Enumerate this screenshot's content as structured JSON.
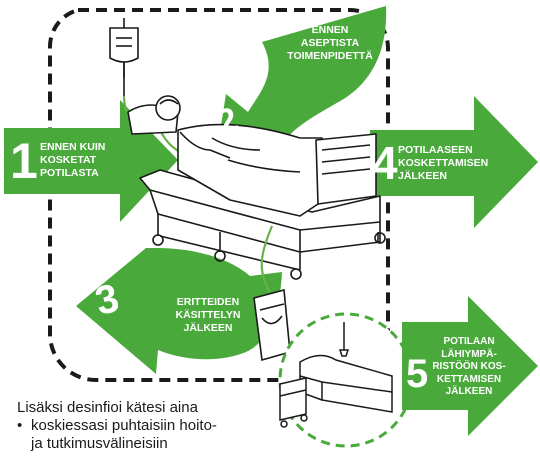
{
  "colors": {
    "arrow_green": "#49a93b",
    "frame_black": "#1a1a1a",
    "circle_green": "#49a93b",
    "text_dark": "#1a1a1a",
    "tube_green": "#6ab04c"
  },
  "moments": [
    {
      "number": "1",
      "label": "ENNEN KUIN\nKOSKETAT\nPOTILASTA"
    },
    {
      "number": "2",
      "label": "ENNEN\nASEPTISTA\nTOIMENPIDETTÄ"
    },
    {
      "number": "3",
      "label": "ERITTEIDEN\nKÄSITTELYN\nJÄLKEEN"
    },
    {
      "number": "4",
      "label": "POTILAASEEN\nKOSKETTAMISEN\nJÄLKEEN"
    },
    {
      "number": "5",
      "label": "POTILAAN\nLÄHIYMPÄ-\nRISTÖÖN KOS-\nKETTAMISEN\nJÄLKEEN"
    }
  ],
  "note": {
    "intro": "Lisäksi desinfioi kätesi aina",
    "bullet_symbol": "•",
    "bullet_line1": "koskiessasi puhtaisiin hoito-",
    "bullet_line2": "ja tutkimusvälineisiin"
  },
  "icons": [
    "iv-drip-bag-icon",
    "patient-bed-icon",
    "urine-bag-icon",
    "bedside-table-icon",
    "empty-bed-icon"
  ]
}
